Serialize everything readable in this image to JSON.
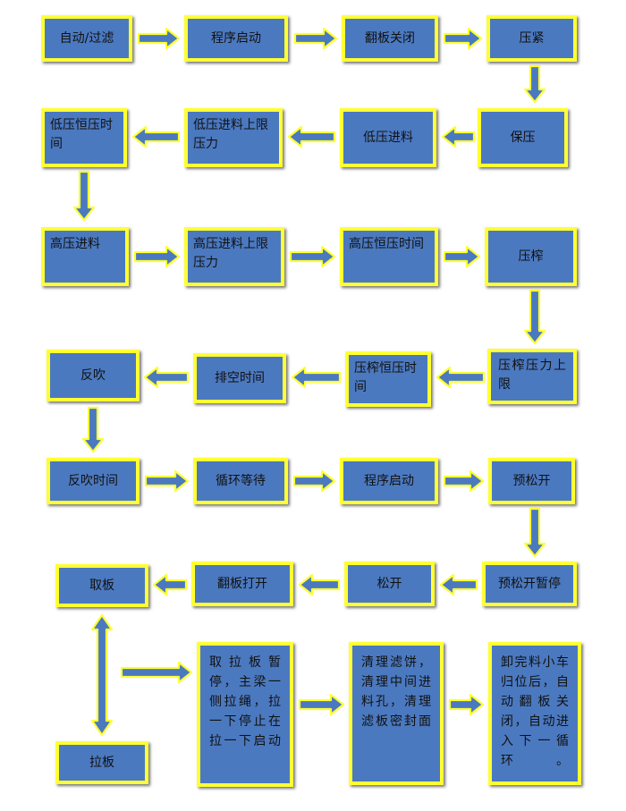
{
  "nodes": {
    "auto_filter": "自动/过滤",
    "program_start_1": "程序启动",
    "flip_close": "翻板关闭",
    "press_tight": "压紧",
    "hold_pressure": "保压",
    "low_feed": "低压进料",
    "low_feed_upper_limit": "低压进料上限压力",
    "low_constant_time": "低压恒压时间",
    "high_feed": "高压进料",
    "high_feed_upper_limit": "高压进料上限压力",
    "high_constant_time": "高压恒压时间",
    "squeeze": "压榨",
    "squeeze_upper_limit": "压榨压力上限",
    "squeeze_constant_time": "压榨恒压时间",
    "drain_time": "排空时间",
    "back_blow": "反吹",
    "back_blow_time": "反吹时间",
    "cycle_wait": "循环等待",
    "program_start_2": "程序启动",
    "pre_release": "预松开",
    "pre_release_pause": "预松开暂停",
    "release": "松开",
    "flip_open": "翻板打开",
    "take_plate": "取板",
    "pull_plate": "拉板",
    "pause_note": "取拉板暂停，主梁一侧拉绳，拉一下停止在拉一下启动",
    "clean_note": "清理滤饼，清理中间进料孔，清理滤板密封面",
    "cycle_note": "卸完料小车归位后，自动翻板关闭，自动进入下一循环。"
  },
  "colors": {
    "box_fill": "#4b79c0",
    "box_border": "#ffff33",
    "arrow_fill": "#4b79c0",
    "arrow_border": "#ffff33",
    "text": "#111111"
  }
}
